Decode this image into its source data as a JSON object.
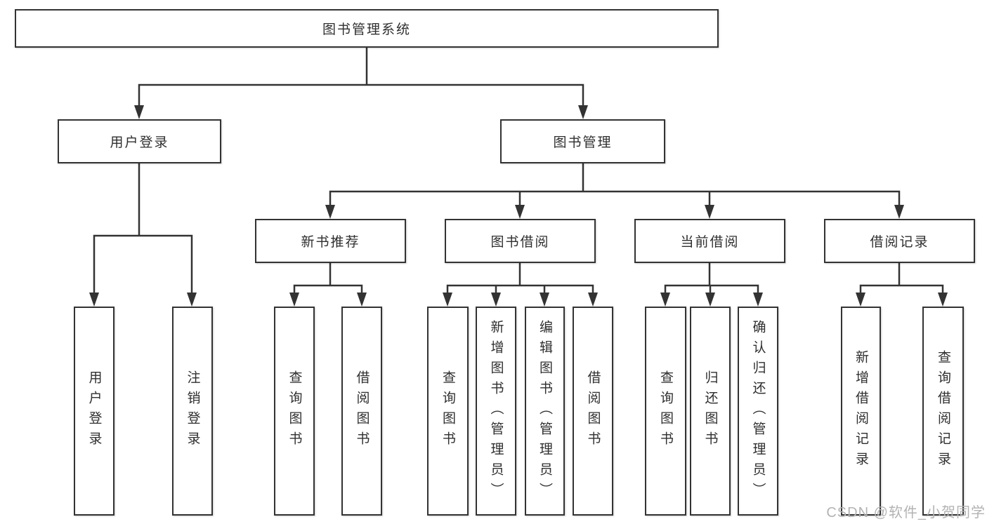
{
  "diagram": {
    "type": "hierarchy-tree",
    "title": "图书管理系统"
  },
  "colors": {
    "line": "#333333",
    "text": "#2f2f2f",
    "box_bg": "#ffffff",
    "page_bg": "#ffffff",
    "watermark": "#b3b3b3"
  },
  "nodes": {
    "root": {
      "label": "图书管理系统"
    },
    "user_login": {
      "label": "用户登录"
    },
    "book_management": {
      "label": "图书管理"
    },
    "new_book_recommend": {
      "label": "新书推荐"
    },
    "book_borrow": {
      "label": "图书借阅"
    },
    "current_borrow": {
      "label": "当前借阅"
    },
    "borrow_records": {
      "label": "借阅记录"
    },
    "leaves": {
      "user_login": {
        "label": "用户登录"
      },
      "logout": {
        "label": "注销登录"
      },
      "query_book_recommend": {
        "label": "查询图书"
      },
      "borrow_book_recommend": {
        "label": "借阅图书"
      },
      "query_book_borrow": {
        "label": "查询图书"
      },
      "add_book_admin": {
        "label": "新增图书（管理员）"
      },
      "edit_book_admin": {
        "label": "编辑图书（管理员）"
      },
      "borrow_book_borrow": {
        "label": "借阅图书"
      },
      "query_book_current": {
        "label": "查询图书"
      },
      "return_book": {
        "label": "归还图书"
      },
      "confirm_return_admin": {
        "label": "确认归还（管理员）"
      },
      "add_borrow_record": {
        "label": "新增借阅记录"
      },
      "query_borrow_record": {
        "label": "查询借阅记录"
      }
    }
  },
  "watermark": {
    "text": "CSDN @软件_小贺同学"
  }
}
